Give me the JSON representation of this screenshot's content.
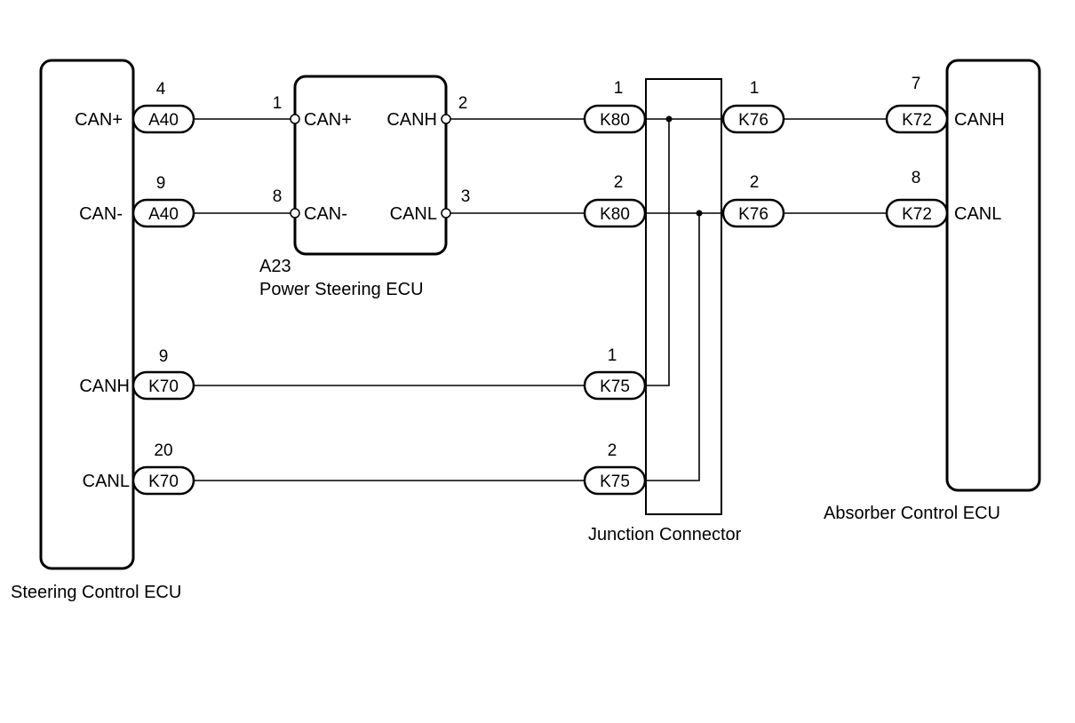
{
  "ecus": {
    "steering": {
      "name": "Steering Control ECU"
    },
    "power_steering": {
      "code": "A23",
      "name": "Power Steering ECU"
    },
    "absorber": {
      "name": "Absorber Control ECU"
    },
    "junction": {
      "name": "Junction Connector"
    }
  },
  "steering_pins": [
    {
      "signal": "CAN+",
      "connector": "A40",
      "pin": "4"
    },
    {
      "signal": "CAN-",
      "connector": "A40",
      "pin": "9"
    },
    {
      "signal": "CANH",
      "connector": "K70",
      "pin": "9"
    },
    {
      "signal": "CANL",
      "connector": "K70",
      "pin": "20"
    }
  ],
  "power_steering_pins": {
    "left": [
      {
        "signal": "CAN+",
        "pin": "1"
      },
      {
        "signal": "CAN-",
        "pin": "8"
      }
    ],
    "right": [
      {
        "signal": "CANH",
        "pin": "2"
      },
      {
        "signal": "CANL",
        "pin": "3"
      }
    ]
  },
  "junction_left": [
    {
      "connector": "K80",
      "pin": "1"
    },
    {
      "connector": "K80",
      "pin": "2"
    },
    {
      "connector": "K75",
      "pin": "1"
    },
    {
      "connector": "K75",
      "pin": "2"
    }
  ],
  "junction_right": [
    {
      "connector": "K76",
      "pin": "1"
    },
    {
      "connector": "K76",
      "pin": "2"
    }
  ],
  "absorber_pins": [
    {
      "signal": "CANH",
      "connector": "K72",
      "pin": "7"
    },
    {
      "signal": "CANL",
      "connector": "K72",
      "pin": "8"
    }
  ]
}
